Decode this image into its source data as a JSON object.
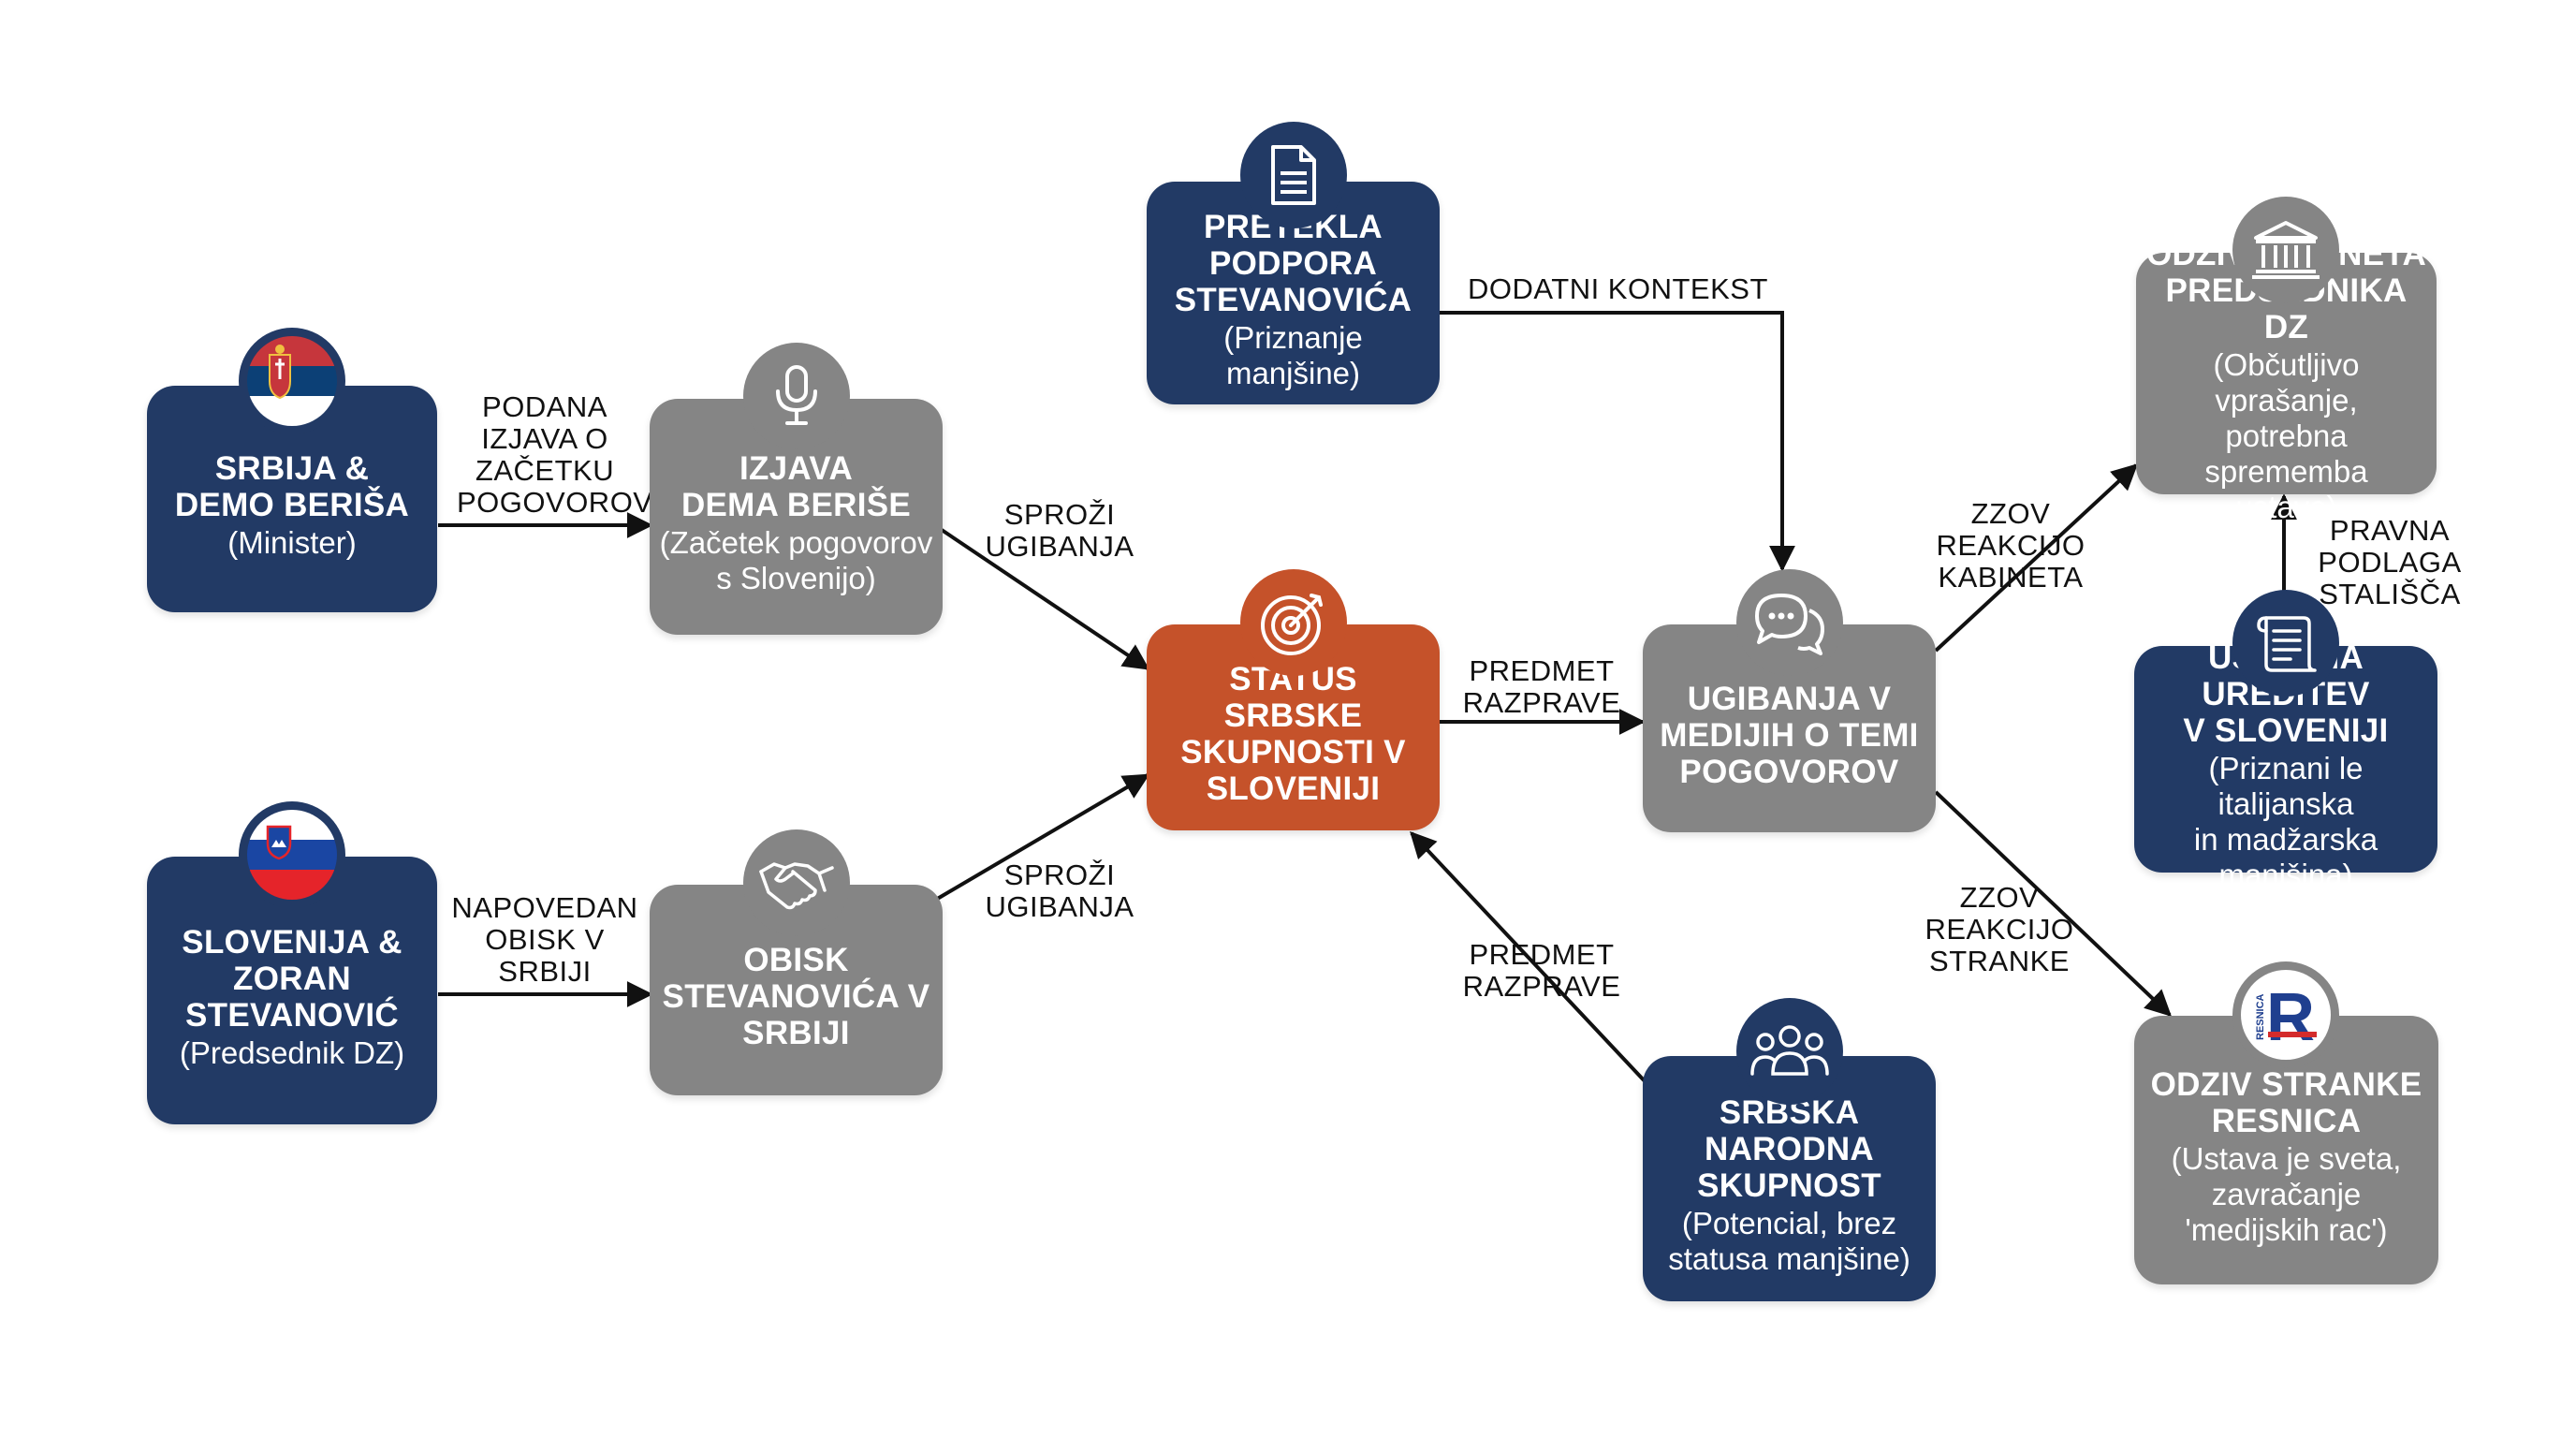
{
  "colors": {
    "navy": "#223a65",
    "gray": "#858585",
    "orange": "#c5522a",
    "arrow": "#111111"
  },
  "nodes": {
    "serbia": {
      "title": "SRBIJA &\nDEMO BERIŠA",
      "sub": "(Minister)",
      "icon": "serbia-flag-icon"
    },
    "slovenia": {
      "title": "SLOVENIJA &\nZORAN\nSTEVANOVIĆ",
      "sub": "(Predsednik DZ)",
      "icon": "slovenia-flag-icon"
    },
    "izjava": {
      "title": "IZJAVA\nDEMA BERIŠE",
      "sub": "(Začetek pogovorov\ns Slovenijo)",
      "icon": "microphone-icon"
    },
    "obisk": {
      "title": "OBISK\nSTEVANOVIĆA V\nSRBIJI",
      "sub": "",
      "icon": "handshake-icon"
    },
    "pretekla": {
      "title": "PRETEKLA\nPODPORA\nSTEVANOVIĆA",
      "sub": "(Priznanje manjšine)",
      "icon": "document-icon"
    },
    "status": {
      "title": "STATUS SRBSKE\nSKUPNOSTI V\nSLOVENIJI",
      "sub": "",
      "icon": "target-icon"
    },
    "ugibanja": {
      "title": "UGIBANJA V\nMEDIJIH O TEMI\nPOGOVOROV",
      "sub": "",
      "icon": "chat-bubbles-icon"
    },
    "skupnost": {
      "title": "SRBSKA\nNARODNA\nSKUPNOST",
      "sub": "(Potencial, brez\nstatusa manjšine)",
      "icon": "people-group-icon"
    },
    "kabinet": {
      "title": "ODZIV KABINETA\nPREDSEDNIKA DZ",
      "sub": "(Občutljivo vprašanje,\npotrebna sprememba\nustave)",
      "icon": "institution-icon"
    },
    "ustavna": {
      "title": "USTAVNA UREDITEV\nV SLOVENIJI",
      "sub": "(Priznani le italijanska\nin madžarska manjšina)",
      "icon": "scroll-icon"
    },
    "resnica": {
      "title": "ODZIV STRANKE\nRESNICA",
      "sub": "(Ustava je sveta,\nzavračanje\n'medijskih rac')",
      "icon": "resnica-logo-icon",
      "logo_text": "RESNICA",
      "logo_letter": "R"
    }
  },
  "edges": {
    "podana": "PODANA\nIZJAVA O\nZAČETKU\nPOGOVOROV",
    "napovedan": "NAPOVEDAN\nOBISK V\nSRBIJI",
    "sprozi_top": "SPROŽI\nUGIBANJA",
    "sprozi_bottom": "SPROŽI\nUGIBANJA",
    "dodatni": "DODATNI KONTEKST",
    "predmet_mid": "PREDMET\nRAZPRAVE",
    "predmet_low": "PREDMET\nRAZPRAVE",
    "zzov_kabineta": "ZZOV\nREAKCIJO\nKABINETA",
    "zzov_stranke": "ZZOV\nREAKCIJO\nSTRANKE",
    "pravna": "PRAVNA\nPODLAGA\nSTALIŠČA"
  }
}
